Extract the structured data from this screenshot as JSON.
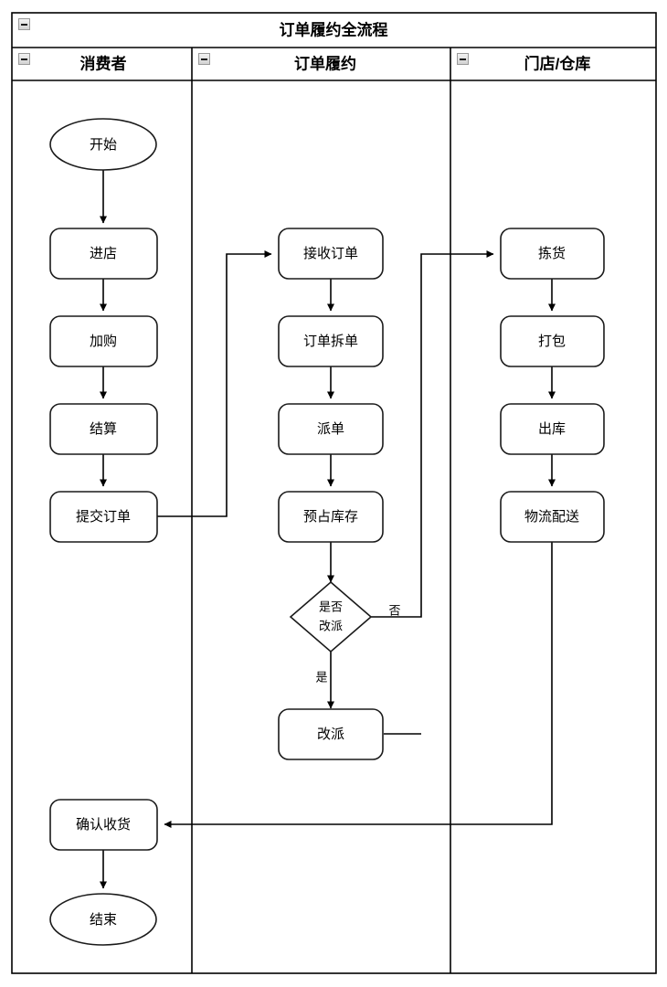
{
  "pool": {
    "title": "订单履约全流程",
    "collapse_icon": "minus-square-icon"
  },
  "lanes": [
    {
      "id": "consumer",
      "title": "消费者",
      "collapse_icon": "minus-square-icon"
    },
    {
      "id": "fulfillment",
      "title": "订单履约",
      "collapse_icon": "minus-square-icon"
    },
    {
      "id": "store-warehouse",
      "title": "门店/仓库",
      "collapse_icon": "minus-square-icon"
    }
  ],
  "nodes": {
    "start": {
      "label": "开始",
      "shape": "ellipse",
      "lane": "consumer"
    },
    "enter_store": {
      "label": "进店",
      "shape": "process",
      "lane": "consumer"
    },
    "add_cart": {
      "label": "加购",
      "shape": "process",
      "lane": "consumer"
    },
    "checkout": {
      "label": "结算",
      "shape": "process",
      "lane": "consumer"
    },
    "submit_order": {
      "label": "提交订单",
      "shape": "process",
      "lane": "consumer"
    },
    "confirm_receipt": {
      "label": "确认收货",
      "shape": "process",
      "lane": "consumer"
    },
    "end": {
      "label": "结束",
      "shape": "ellipse",
      "lane": "consumer"
    },
    "receive_order": {
      "label": "接收订单",
      "shape": "process",
      "lane": "fulfillment"
    },
    "split_order": {
      "label": "订单拆单",
      "shape": "process",
      "lane": "fulfillment"
    },
    "dispatch": {
      "label": "派单",
      "shape": "process",
      "lane": "fulfillment"
    },
    "reserve_stock": {
      "label": "预占库存",
      "shape": "process",
      "lane": "fulfillment"
    },
    "redispatch_decision": {
      "label_line1": "是否",
      "label_line2": "改派",
      "shape": "decision",
      "lane": "fulfillment"
    },
    "redispatch": {
      "label": "改派",
      "shape": "process",
      "lane": "fulfillment"
    },
    "pick": {
      "label": "拣货",
      "shape": "process",
      "lane": "store-warehouse"
    },
    "pack": {
      "label": "打包",
      "shape": "process",
      "lane": "store-warehouse"
    },
    "outbound": {
      "label": "出库",
      "shape": "process",
      "lane": "store-warehouse"
    },
    "delivery": {
      "label": "物流配送",
      "shape": "process",
      "lane": "store-warehouse"
    }
  },
  "edge_labels": {
    "decision_no": "否",
    "decision_yes": "是"
  },
  "colors": {
    "stroke": "#1a1a1a",
    "fill": "#ffffff",
    "frame": "#000000"
  }
}
